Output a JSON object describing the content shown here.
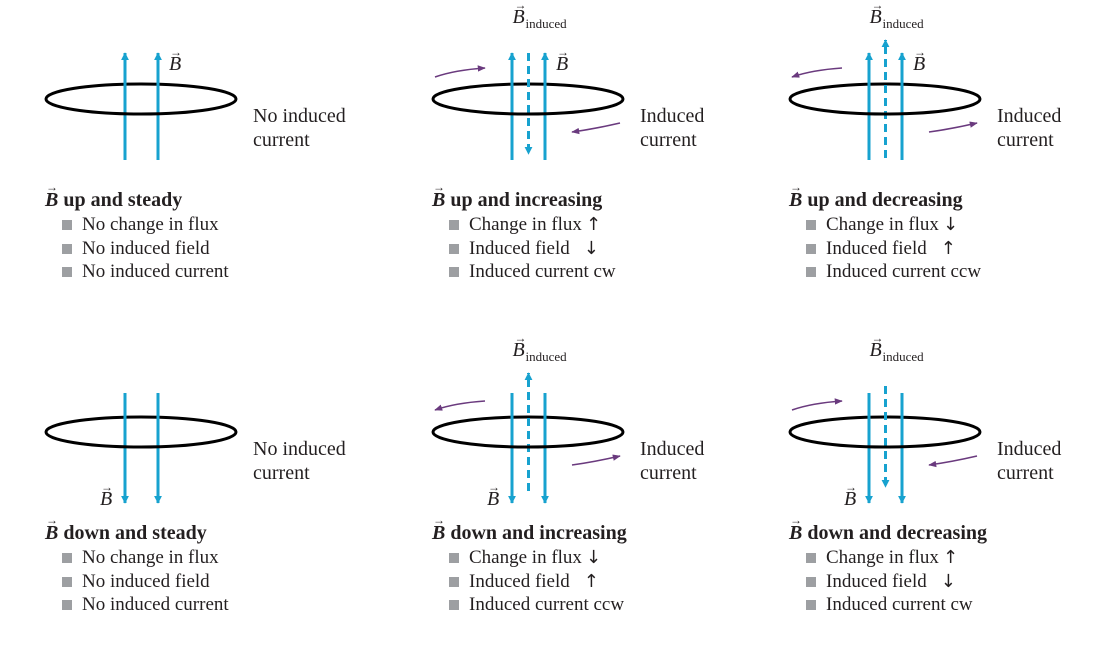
{
  "colors": {
    "field": "#17a2cf",
    "current": "#6a3a7e",
    "text": "#231f20",
    "bullet": "#9d9fa2"
  },
  "labels": {
    "b": "B",
    "b_induced_sub": "induced"
  },
  "panels": [
    {
      "field_dir": "up",
      "induced": "none",
      "circulation": "none",
      "current_lines": [
        "No induced",
        "current"
      ],
      "title": "up and steady",
      "items": [
        {
          "text": "No change in flux",
          "arrow": ""
        },
        {
          "text": "No induced field",
          "arrow": ""
        },
        {
          "text": "No induced current",
          "arrow": ""
        }
      ]
    },
    {
      "field_dir": "up",
      "induced": "down",
      "circulation": "cw",
      "current_lines": [
        "Induced",
        "current"
      ],
      "title": "up and increasing",
      "items": [
        {
          "text": "Change in flux",
          "arrow": "↑"
        },
        {
          "text": "Induced field",
          "arrow": "↓"
        },
        {
          "text": "Induced current cw",
          "arrow": ""
        }
      ]
    },
    {
      "field_dir": "up",
      "induced": "up",
      "circulation": "ccw",
      "current_lines": [
        "Induced",
        "current"
      ],
      "title": "up and decreasing",
      "items": [
        {
          "text": "Change in flux",
          "arrow": "↓"
        },
        {
          "text": "Induced field",
          "arrow": "↑"
        },
        {
          "text": "Induced current ccw",
          "arrow": ""
        }
      ]
    },
    {
      "field_dir": "down",
      "induced": "none",
      "circulation": "none",
      "current_lines": [
        "No induced",
        "current"
      ],
      "title": "down and steady",
      "items": [
        {
          "text": "No change in flux",
          "arrow": ""
        },
        {
          "text": "No induced field",
          "arrow": ""
        },
        {
          "text": "No induced current",
          "arrow": ""
        }
      ]
    },
    {
      "field_dir": "down",
      "induced": "up",
      "circulation": "ccw",
      "current_lines": [
        "Induced",
        "current"
      ],
      "title": "down and increasing",
      "items": [
        {
          "text": "Change in flux",
          "arrow": "↓"
        },
        {
          "text": "Induced field",
          "arrow": "↑"
        },
        {
          "text": "Induced current ccw",
          "arrow": ""
        }
      ]
    },
    {
      "field_dir": "down",
      "induced": "down",
      "circulation": "cw",
      "current_lines": [
        "Induced",
        "current"
      ],
      "title": "down and decreasing",
      "items": [
        {
          "text": "Change in flux",
          "arrow": "↑"
        },
        {
          "text": "Induced field",
          "arrow": "↓"
        },
        {
          "text": "Induced current cw",
          "arrow": ""
        }
      ]
    }
  ]
}
